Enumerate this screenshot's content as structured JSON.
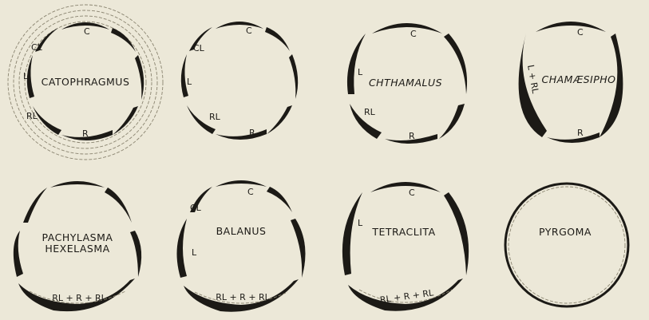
{
  "diagrams": [
    {
      "name_lines": [
        "CATOPHRAGMUS"
      ],
      "labels": [
        "C",
        "CL",
        "L",
        "RL",
        "R"
      ]
    },
    {
      "name_lines": [],
      "labels": [
        "C",
        "CL",
        "L",
        "RL",
        "R"
      ]
    },
    {
      "name_lines": [
        "CHTHAMALUS"
      ],
      "labels": [
        "C",
        "L",
        "RL",
        "R"
      ]
    },
    {
      "name_lines": [
        "CHAMÆSIPHO"
      ],
      "labels": [
        "C",
        "L + RL",
        "R"
      ]
    },
    {
      "name_lines": [
        "PACHYLASMA",
        "HEXELASMA"
      ],
      "labels": [
        "RL + R + RL"
      ]
    },
    {
      "name_lines": [
        "BALANUS"
      ],
      "labels": [
        "C",
        "CL",
        "L",
        "RL + R + RL"
      ]
    },
    {
      "name_lines": [
        "TETRACLITA"
      ],
      "labels": [
        "C",
        "L",
        "RL + R + RL"
      ]
    },
    {
      "name_lines": [
        "PYRGOMA"
      ],
      "labels": []
    }
  ],
  "style": {
    "ink": "#1c1a16",
    "paper": "#ece8d8"
  }
}
